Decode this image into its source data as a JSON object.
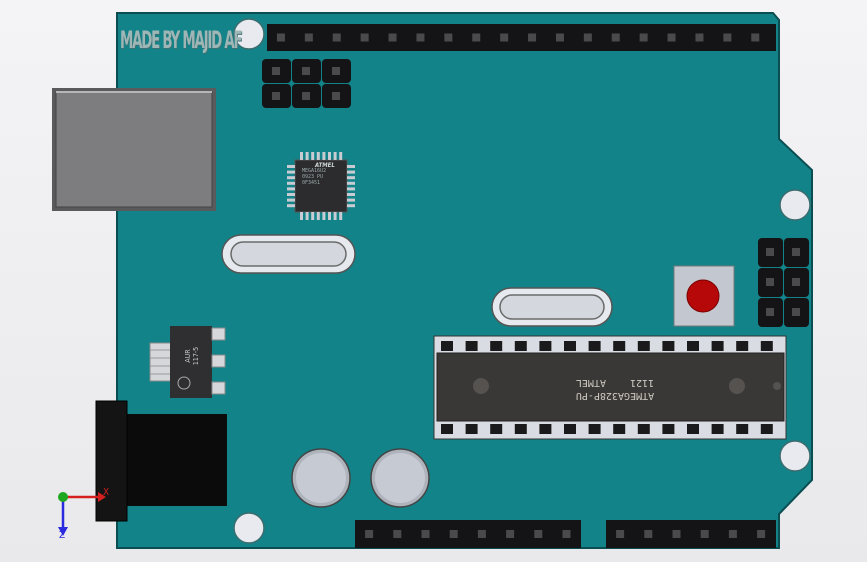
{
  "board": {
    "watermark": "MADE BY MAJID AF",
    "small_chip": {
      "brand": "ATMEL",
      "lines": [
        "MEGA16U2",
        "0923 PU",
        "0F3451"
      ]
    },
    "main_chip": {
      "lines": [
        "ATMEGA328P-PU",
        "1121"
      ],
      "brand": "ATMEL"
    },
    "regulator": {
      "lines": [
        "AUR",
        "117-5"
      ]
    }
  },
  "axes": {
    "x_label": "X",
    "z_label": "Z"
  },
  "colors": {
    "pcb": "#128489",
    "pcb_edge": "#0c5a5e",
    "header": "#141416",
    "usb": "#7a7a7a",
    "reset_button": "#c00000"
  }
}
